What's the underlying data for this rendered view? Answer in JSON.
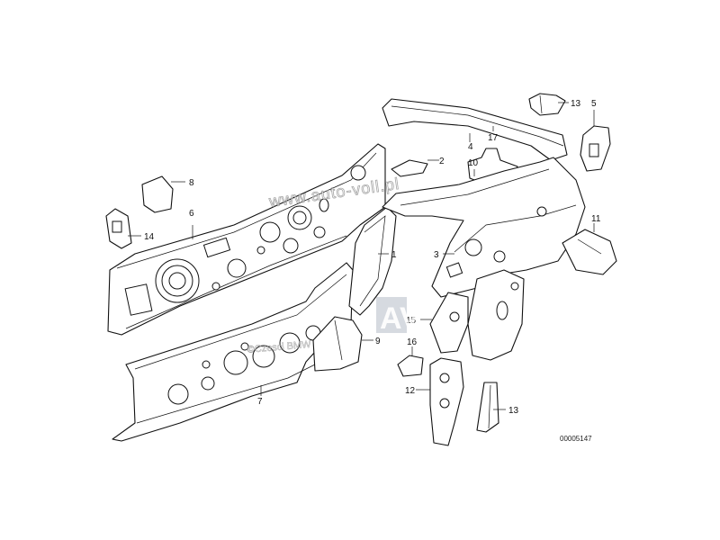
{
  "diagram": {
    "callouts": [
      {
        "id": "c1",
        "text": "1"
      },
      {
        "id": "c2",
        "text": "2"
      },
      {
        "id": "c3",
        "text": "3"
      },
      {
        "id": "c4",
        "text": "4"
      },
      {
        "id": "c5",
        "text": "5"
      },
      {
        "id": "c6",
        "text": "6"
      },
      {
        "id": "c7",
        "text": "7"
      },
      {
        "id": "c8",
        "text": "8"
      },
      {
        "id": "c9",
        "text": "9"
      },
      {
        "id": "c10",
        "text": "10"
      },
      {
        "id": "c11",
        "text": "11"
      },
      {
        "id": "c12",
        "text": "12"
      },
      {
        "id": "c13a",
        "text": "13"
      },
      {
        "id": "c13b",
        "text": "13"
      },
      {
        "id": "c14",
        "text": "14"
      },
      {
        "id": "c15",
        "text": "15"
      },
      {
        "id": "c16",
        "text": "16"
      },
      {
        "id": "c17",
        "text": "17"
      }
    ],
    "drawing_number": "00005147",
    "watermarks": {
      "site": "www.auto-voll.pl",
      "copyright": "©Czesci BMW",
      "logo": "AV"
    }
  }
}
